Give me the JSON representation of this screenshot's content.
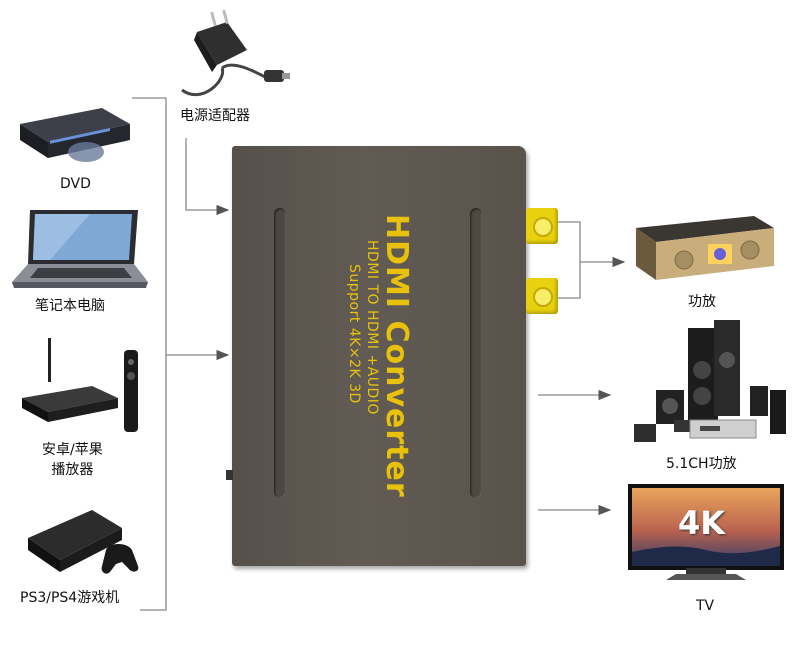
{
  "inputs": [
    {
      "label": "DVD"
    },
    {
      "label": "笔记本电脑"
    },
    {
      "label": "安卓/苹果\n播放器",
      "line1": "安卓/苹果",
      "line2": "播放器"
    },
    {
      "label": "PS3/PS4游戏机"
    }
  ],
  "power": {
    "label": "电源适配器"
  },
  "converter": {
    "title": "HDMI Converter",
    "subtitle1": "HDMI TO HDMI +AUDIO",
    "subtitle2": "Support 4K×2K 3D"
  },
  "outputs": [
    {
      "label": "功放"
    },
    {
      "label": "5.1CH功放"
    },
    {
      "label": "TV",
      "screen_text": "4K"
    }
  ],
  "colors": {
    "box": "#5b554f",
    "text_accent": "#e8c20a",
    "rca": "#e8d20f",
    "lines": "#888888"
  }
}
